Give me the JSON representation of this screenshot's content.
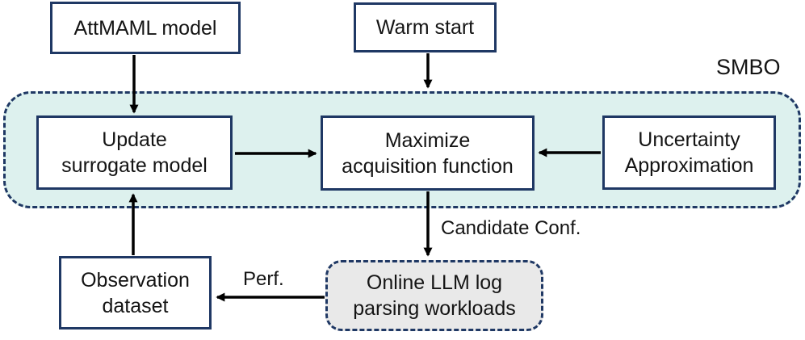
{
  "diagram": {
    "smbo_label": "SMBO",
    "nodes": {
      "attmaml": {
        "label": "AttMAML model"
      },
      "warm_start": {
        "label": "Warm start"
      },
      "update_surrogate": {
        "label": "Update\nsurrogate model"
      },
      "maximize_acquisition": {
        "label": "Maximize\nacquisition function"
      },
      "uncertainty": {
        "label": "Uncertainty\nApproximation"
      },
      "observation": {
        "label": "Observation\ndataset"
      },
      "online_llm_workloads": {
        "label": "Online LLM log\nparsing workloads"
      }
    },
    "edge_labels": {
      "candidate_conf": "Candidate Conf.",
      "perf": "Perf."
    },
    "colors": {
      "border_navy": "#1f3864",
      "smbo_fill": "#ddf1ee",
      "workload_fill": "#e9e9e9",
      "arrow_black": "#000000",
      "text": "#141414"
    }
  }
}
